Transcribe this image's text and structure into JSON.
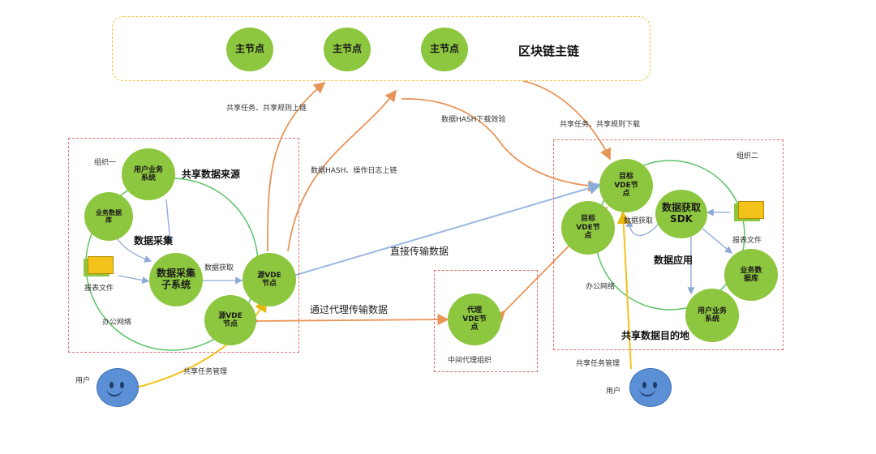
{
  "chain": {
    "title": "区块链主链",
    "main_node_labels": [
      "主节点",
      "主节点",
      "主节点"
    ]
  },
  "org1": {
    "name": "组织一",
    "title": "共享数据来源",
    "user_biz": "用户业务系统",
    "biz_db": "业务数据库",
    "collect_label": "数据采集",
    "collect_sys": "数据采集子系统",
    "report": "报表文件",
    "data_get": "数据获取",
    "src_vde1": "源VDE节点",
    "src_vde2": "源VDE节点",
    "office": "办公网络"
  },
  "org2": {
    "name": "组织二",
    "title": "共享数据目的地",
    "target_vde1": "目标VDE节点",
    "target_vde2": "目标VDE节点",
    "sdk": "数据获取SDK",
    "data_get": "数据获取",
    "report": "报表文件",
    "biz_db": "业务数据库",
    "app": "数据应用",
    "user_biz": "用户业务系统",
    "office": "办公网络"
  },
  "proxy": {
    "org": "中间代理组织",
    "node": "代理VDE节点"
  },
  "flows": {
    "share_up": "共享任务、共享规则上链",
    "hash_up": "数据HASH、操作日志上链",
    "hash_down": "数据HASH下载效验",
    "share_down": "共享任务、共享规则下载",
    "direct": "直接传输数据",
    "via_proxy": "通过代理传输数据",
    "task_mgmt_left": "共享任务管理",
    "task_mgmt_right": "共享任务管理"
  },
  "users": {
    "left": "用户",
    "right": "用户"
  },
  "colors": {
    "node": "#8dc63f",
    "chain_border": "#f5c242",
    "org_border": "#e07070",
    "network_ring": "#5cc26a",
    "chain_arrow": "#e8955a",
    "transfer_arrow": "#9ab8e0",
    "user_line": "#f3c21b",
    "user": "#5b8fd6"
  }
}
